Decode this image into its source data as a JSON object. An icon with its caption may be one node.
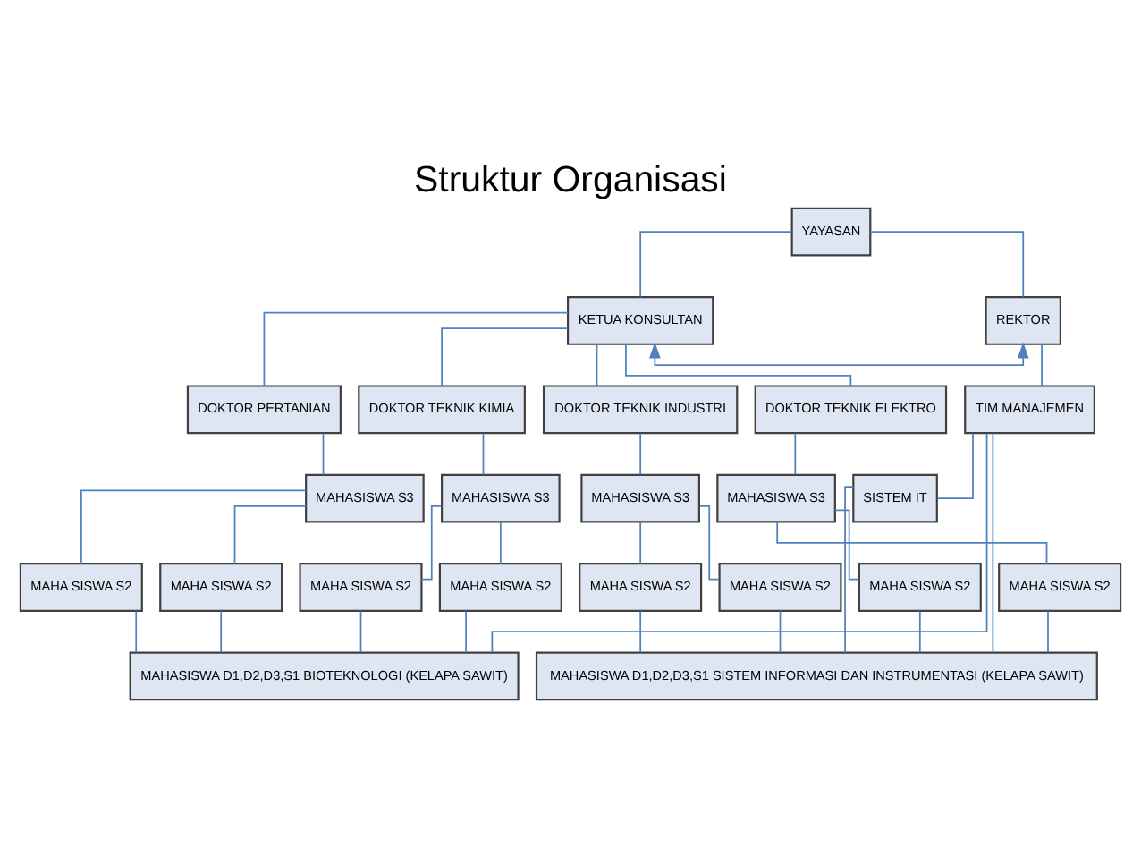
{
  "diagram": {
    "title": "Struktur Organisasi",
    "nodes": [
      {
        "text": [
          "YAYASAN"
        ]
      },
      {
        "text": [
          "KETUA KONSULTAN"
        ]
      },
      {
        "text": [
          "REKTOR"
        ]
      },
      {
        "text": [
          "DOKTOR PERTANIAN"
        ]
      },
      {
        "text": [
          "DOKTOR TEKNIK KIMIA"
        ]
      },
      {
        "text": [
          "DOKTOR TEKNIK INDUSTRI"
        ]
      },
      {
        "text": [
          "DOKTOR TEKNIK ELEKTRO"
        ]
      },
      {
        "text": [
          "TIM MANAJEMEN"
        ]
      },
      {
        "text": [
          "MAHASISWA S3"
        ]
      },
      {
        "text": [
          "MAHASISWA S3"
        ]
      },
      {
        "text": [
          "MAHASISWA S3"
        ]
      },
      {
        "text": [
          "MAHASISWA S3"
        ]
      },
      {
        "text": [
          "SISTEM IT"
        ]
      },
      {
        "text": [
          "MAHA SISWA S2"
        ]
      },
      {
        "text": [
          "MAHA SISWA S2"
        ]
      },
      {
        "text": [
          "MAHA SISWA S2"
        ]
      },
      {
        "text": [
          "MAHA SISWA S2"
        ]
      },
      {
        "text": [
          "MAHA SISWA S2"
        ]
      },
      {
        "text": [
          "MAHA SISWA S2"
        ]
      },
      {
        "text": [
          "MAHA SISWA S2"
        ]
      },
      {
        "text": [
          "MAHA SISWA S2"
        ]
      },
      {
        "text": [
          "MAHASISWA D1,D2,D3,S1 BIOTEKNOLOGI (KELAPA SAWIT)"
        ]
      },
      {
        "text": [
          "MAHASISWA D1,D2,D3,S1 SISTEM INFORMASI DAN INSTRUMENTASI (KELAPA SAWIT)"
        ]
      }
    ],
    "edges": [
      {
        "from": 0,
        "to": 1,
        "arrow": "none"
      },
      {
        "from": 0,
        "to": 2,
        "arrow": "none"
      },
      {
        "from": 1,
        "to": 2,
        "arrow": "both"
      },
      {
        "from": 1,
        "to": 3,
        "arrow": "none"
      },
      {
        "from": 1,
        "to": 4,
        "arrow": "none"
      },
      {
        "from": 1,
        "to": 5,
        "arrow": "none"
      },
      {
        "from": 1,
        "to": 6,
        "arrow": "none"
      },
      {
        "from": 2,
        "to": 7,
        "arrow": "none"
      },
      {
        "from": 3,
        "to": 8,
        "arrow": "none"
      },
      {
        "from": 4,
        "to": 9,
        "arrow": "none"
      },
      {
        "from": 5,
        "to": 10,
        "arrow": "none"
      },
      {
        "from": 6,
        "to": 11,
        "arrow": "none"
      },
      {
        "from": 7,
        "to": 12,
        "arrow": "none"
      },
      {
        "from": 8,
        "to": 13,
        "arrow": "none"
      },
      {
        "from": 8,
        "to": 14,
        "arrow": "none"
      },
      {
        "from": 9,
        "to": 15,
        "arrow": "none"
      },
      {
        "from": 9,
        "to": 16,
        "arrow": "none"
      },
      {
        "from": 10,
        "to": 17,
        "arrow": "none"
      },
      {
        "from": 10,
        "to": 18,
        "arrow": "none"
      },
      {
        "from": 11,
        "to": 19,
        "arrow": "none"
      },
      {
        "from": 11,
        "to": 20,
        "arrow": "none"
      },
      {
        "from": 13,
        "to": 21,
        "arrow": "none"
      },
      {
        "from": 14,
        "to": 21,
        "arrow": "none"
      },
      {
        "from": 15,
        "to": 21,
        "arrow": "none"
      },
      {
        "from": 16,
        "to": 21,
        "arrow": "none"
      },
      {
        "from": 17,
        "to": 22,
        "arrow": "none"
      },
      {
        "from": 18,
        "to": 22,
        "arrow": "none"
      },
      {
        "from": 19,
        "to": 22,
        "arrow": "none"
      },
      {
        "from": 20,
        "to": 22,
        "arrow": "none"
      },
      {
        "from": 7,
        "to": 21,
        "arrow": "none"
      },
      {
        "from": 7,
        "to": 22,
        "arrow": "none"
      },
      {
        "from": 12,
        "to": 22,
        "arrow": "none"
      }
    ]
  }
}
